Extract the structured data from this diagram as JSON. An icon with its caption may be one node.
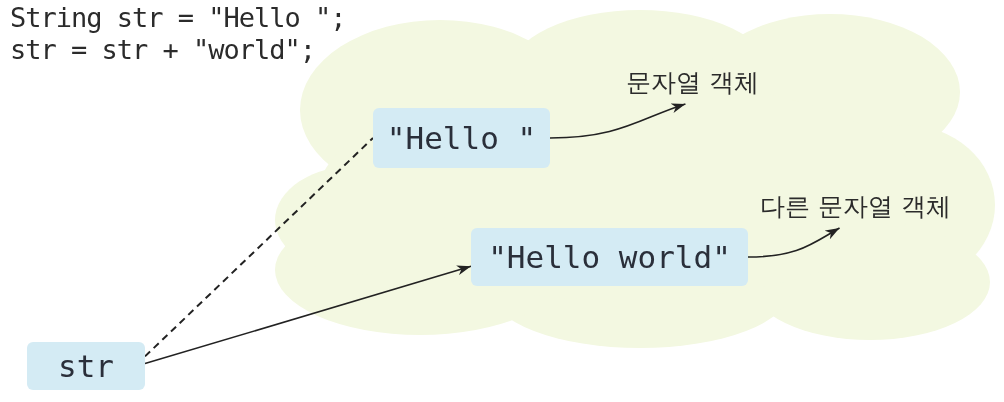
{
  "diagram": {
    "nodes": [
      {
        "text": [],
        "shape": "cloud"
      },
      {
        "text": [
          "\"Hello \""
        ],
        "in": 0
      },
      {
        "text": [
          "문자열 객체"
        ],
        "in": 0
      },
      {
        "text": [
          "\"Hello world\""
        ],
        "in": 0
      },
      {
        "text": [
          "다른 문자열 객체"
        ],
        "in": 0
      },
      {
        "text": [
          "str"
        ]
      }
    ],
    "edges": [
      {
        "from": 5,
        "to": 1,
        "arrow": "none",
        "style": "dashed"
      },
      {
        "from": 5,
        "to": 3,
        "arrow": "to"
      },
      {
        "from": 1,
        "to": 2,
        "arrow": "to"
      },
      {
        "from": 3,
        "to": 4,
        "arrow": "to"
      }
    ],
    "labels": [
      "String str = \"Hello \";",
      "str = str + \"world\";"
    ]
  }
}
